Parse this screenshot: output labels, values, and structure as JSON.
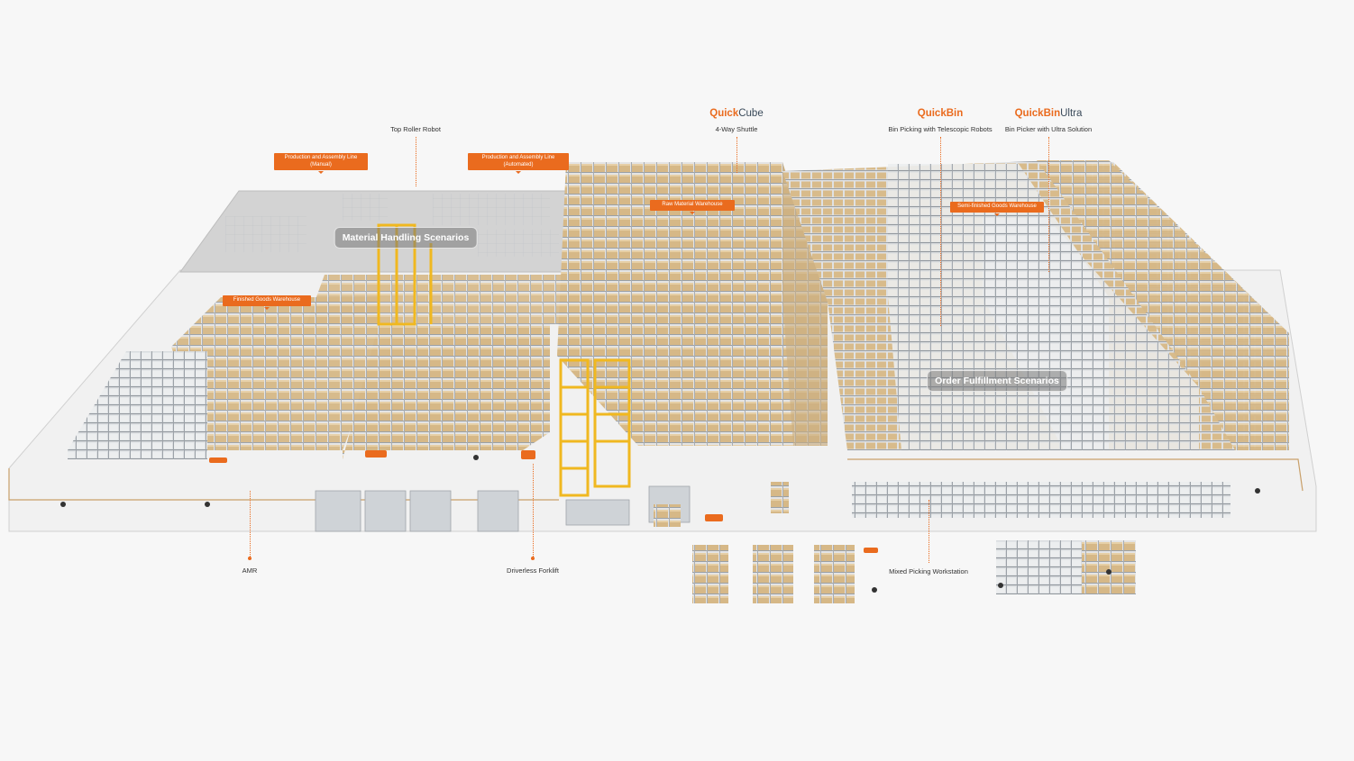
{
  "brands": {
    "quickcube": {
      "part1": "Quick",
      "part2": "Cube"
    },
    "quickbin": {
      "part1": "QuickBin",
      "part2": ""
    },
    "quickbin_ultra": {
      "part1": "QuickBin",
      "part2": "Ultra"
    }
  },
  "labels": {
    "top_roller_robot": "Top Roller Robot",
    "four_way_shuttle": "4-Way Shuttle",
    "bin_picking_telescopic": "Bin Picking with Telescopic Robots",
    "bin_picker_ultra": "Bin Picker with Ultra Solution",
    "amr": "AMR",
    "driverless_forklift": "Driverless Forklift",
    "mixed_picking_workstation": "Mixed Picking Workstation"
  },
  "area_tags": {
    "production_manual": "Production and Assembly Line\n(Manual)",
    "production_automated": "Production and Assembly Line\n(Automated)",
    "finished_goods": "Finished Goods Warehouse",
    "raw_material": "Raw Material Warehouse",
    "semi_finished": "Semi-finished Goods Warehouse"
  },
  "scenarios": {
    "material_handling": "Material Handling Scenarios",
    "order_fulfillment": "Order Fulfillment Scenarios"
  },
  "colors": {
    "accent": "#ea6b1e",
    "carton": "#d9bb8e",
    "rack_grey": "#b9bec4",
    "mezzanine": "#d6d6d6",
    "floor": "#f4f4f4",
    "yellow_lift": "#f0b820"
  }
}
